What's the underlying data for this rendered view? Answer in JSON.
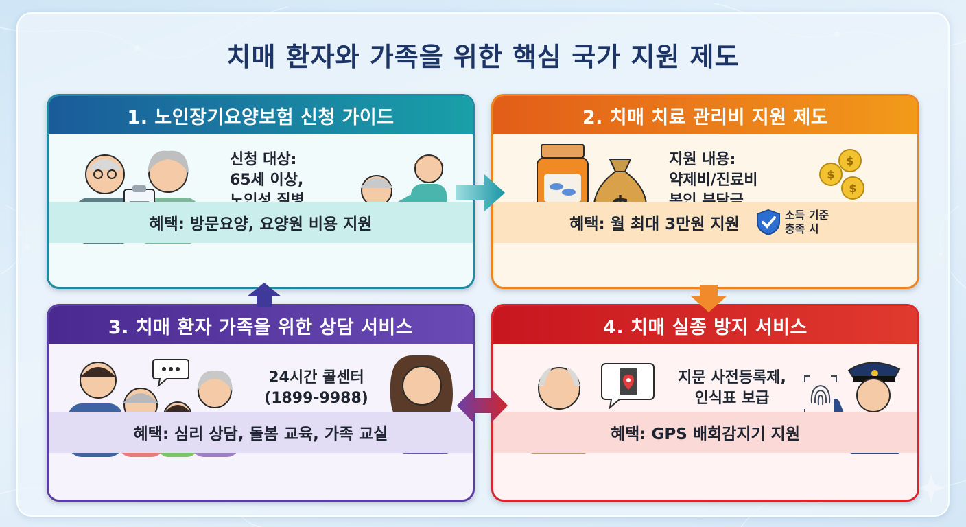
{
  "title": "치매 환자와 가족을 위한 핵심 국가 지원 제도",
  "colors": {
    "card1": "#1f8aa0",
    "card2": "#ee8420",
    "card3": "#5b3fa0",
    "card4": "#d8262c",
    "title": "#1d3566"
  },
  "cards": [
    {
      "heading": "1. 노인장기요양보험 신청 가이드",
      "lines": [
        "신청 대상:",
        "65세 이상,",
        "노인성 질병"
      ],
      "benefit": "혜택: 방문요양, 요양원 비용 지원",
      "icons": [
        "elderly-couple-document-icon",
        "caregiver-nurse-icon"
      ]
    },
    {
      "heading": "2. 치매 치료 관리비 지원 제도",
      "lines": [
        "지원 내용:",
        "약제비/진료비",
        "본인 부담금"
      ],
      "benefit": "혜택: 월 최대 3만원 지원",
      "badge": [
        "소득 기준",
        "충족 시"
      ],
      "icons": [
        "medicine-bottle-icon",
        "money-bag-icon",
        "coins-hand-icon",
        "shield-check-icon"
      ]
    },
    {
      "heading": "3. 치매 환자 가족을 위한 상담 서비스",
      "lines": [
        "24시간 콜센터",
        "(1899-9988)"
      ],
      "benefit": "혜택: 심리 상담, 돌봄 교육, 가족 교실",
      "icons": [
        "family-icon",
        "speech-bubble-icon",
        "phone-icon",
        "counselor-icon"
      ]
    },
    {
      "heading": "4. 치매 실종 방지 서비스",
      "lines": [
        "지문 사전등록제,",
        "인식표 보급"
      ],
      "benefit": "혜택: GPS 배회감지기 지원",
      "icons": [
        "elderly-man-watch-icon",
        "location-phone-icon",
        "fingerprint-icon",
        "police-officer-icon"
      ]
    }
  ]
}
